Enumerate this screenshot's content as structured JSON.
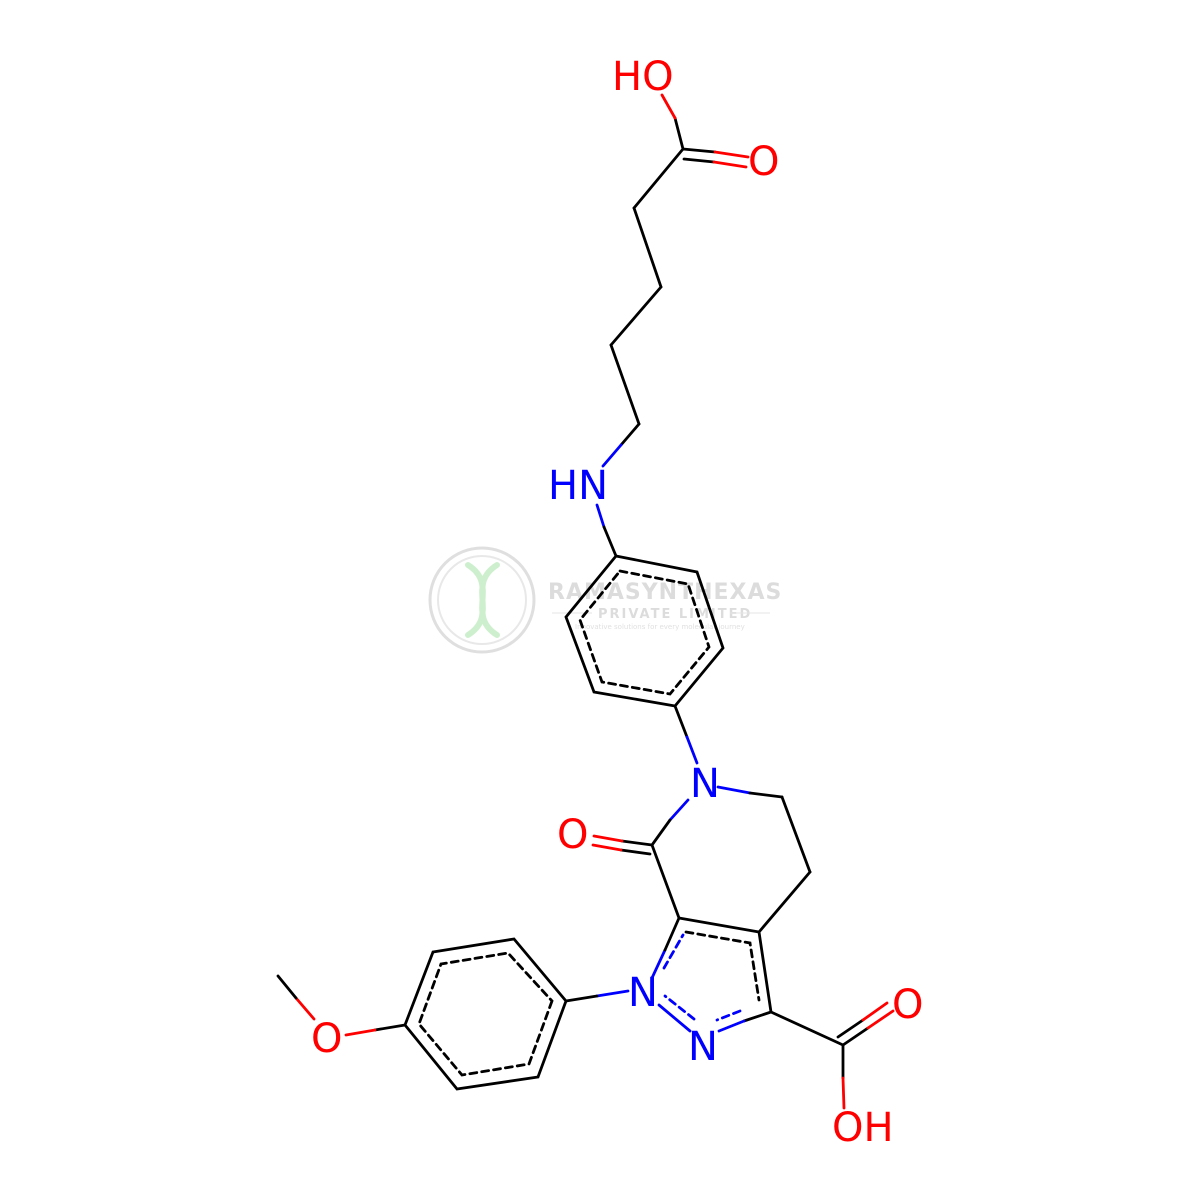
{
  "colors": {
    "bond": "#000000",
    "nitrogen": "#0000ff",
    "oxygen": "#ff0000",
    "watermark": "#d9d9d9",
    "watermark_accent": "#c9eec9"
  },
  "watermark": {
    "title": "RAMASYNTHEXAS",
    "subtitle": "PRIVATE LIMITED",
    "tagline": "Innovative solutions for every molecular journey"
  },
  "atoms": {
    "hydroxyl_top": "HO",
    "carbonyl_o_top": "O",
    "amine": "HN",
    "lactam_n": "N",
    "lactam_o": "O",
    "pyrazole_n1": "N",
    "pyrazole_n2": "N",
    "methoxy_o": "O",
    "acid_o": "O",
    "acid_oh": "OH"
  }
}
